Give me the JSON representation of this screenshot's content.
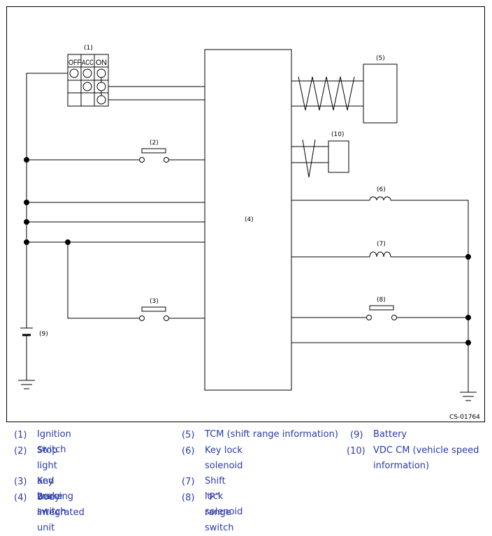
{
  "diagram": {
    "labels": {
      "ignition_switch": "(1)",
      "stop_light_switch": "(2)",
      "key_warning_switch": "(3)",
      "body_unit": "(4)",
      "tcm": "(5)",
      "key_lock_solenoid": "(6)",
      "shift_lock_solenoid": "(7)",
      "p_range_switch": "(8)",
      "battery": "(9)",
      "vdc_cm": "(10)"
    },
    "switch_positions": [
      "OFF",
      "ACC",
      "ON"
    ],
    "figure_code": "CS-01764"
  },
  "legend": [
    {
      "num": "(1)",
      "text": "Ignition switch"
    },
    {
      "num": "(2)",
      "text": "Stop light and brake switch"
    },
    {
      "num": "(3)",
      "text": "Key warning switch"
    },
    {
      "num": "(4)",
      "text": "Body integrated unit"
    },
    {
      "num": "(5)",
      "text": "TCM (shift range information)"
    },
    {
      "num": "(6)",
      "text": "Key lock solenoid"
    },
    {
      "num": "(7)",
      "text": "Shift lock solenoid"
    },
    {
      "num": "(8)",
      "text": "“P” range switch"
    },
    {
      "num": "(9)",
      "text": "Battery"
    },
    {
      "num": "(10)",
      "text": "VDC CM (vehicle speed information)"
    }
  ],
  "colors": {
    "legend_text": "#2a3aa8",
    "lines": "#000000"
  }
}
